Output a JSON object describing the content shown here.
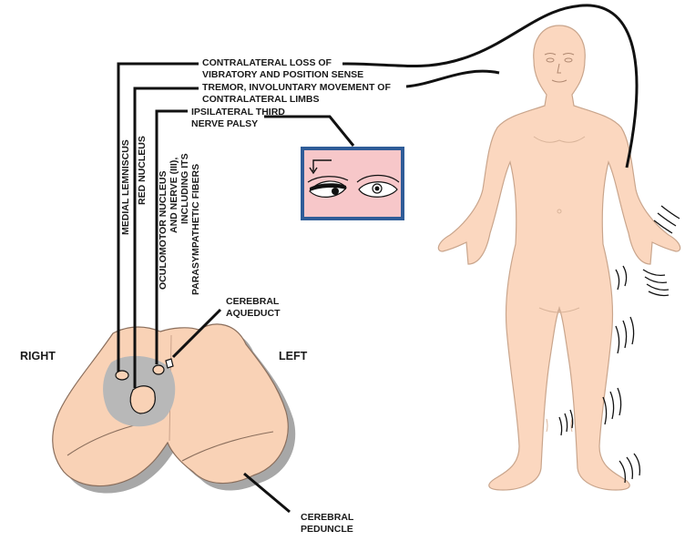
{
  "labels": {
    "contralateral_loss_line1": "CONTRALATERAL LOSS OF",
    "contralateral_loss_line2": "VIBRATORY AND POSITION SENSE",
    "tremor_line1": "TREMOR, INVOLUNTARY MOVEMENT OF",
    "tremor_line2": "CONTRALATERAL LIMBS",
    "third_nerve_line1": "IPSILATERAL THIRD",
    "third_nerve_line2": "NERVE PALSY",
    "medial_lemniscus": "MEDIAL LEMNISCUS",
    "red_nucleus": "RED NUCLEUS",
    "oculomotor_line1": "OCULOMOTOR NUCLEUS",
    "oculomotor_line2": "AND NERVE (III),",
    "oculomotor_line3": "INCLUDING ITS",
    "oculomotor_line4": "PARASYMPATHETIC FIBERS",
    "cerebral_aqueduct_line1": "CEREBRAL",
    "cerebral_aqueduct_line2": "AQUEDUCT",
    "right": "RIGHT",
    "left": "LEFT",
    "cerebral_peduncle_line1": "CEREBRAL",
    "cerebral_peduncle_line2": "PEDUNCLE"
  },
  "colors": {
    "skin": "#fbd7bf",
    "skin_outline": "#c9a58c",
    "midbrain": "#f9d2b6",
    "lesion": "#b8b8b8",
    "shadow": "#a7a7a7",
    "eye_box_fill": "#f7c7c9",
    "eye_box_border": "#2f5c98",
    "line": "#111111"
  },
  "icons": {
    "gaze_arrow": "left-arrow-icon",
    "right_eye": "ptosis-eye-icon",
    "left_eye": "normal-eye-icon"
  }
}
